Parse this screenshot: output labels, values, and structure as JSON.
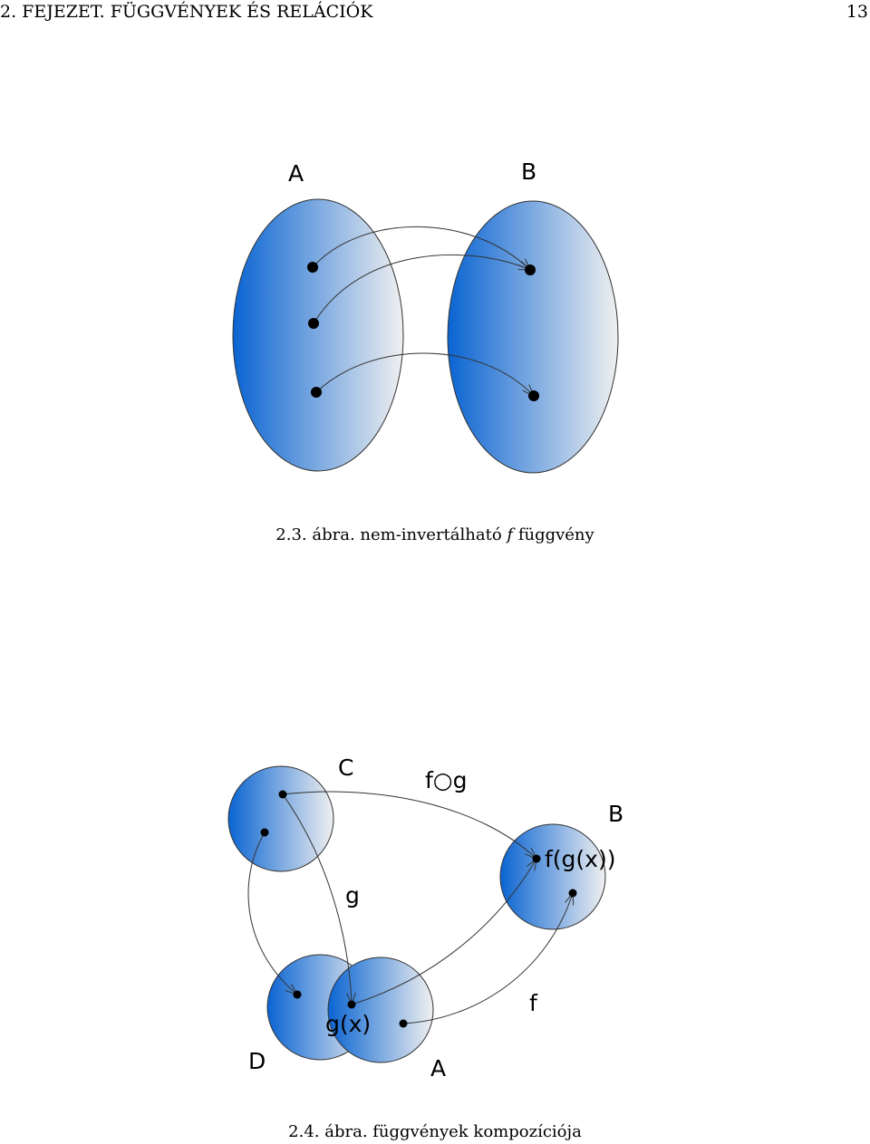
{
  "header": {
    "chapter": "2. FEJEZET.  FÜGGVÉNYEK ÉS RELÁCIÓK",
    "page_number": "13"
  },
  "figure1": {
    "set_a_label": "A",
    "set_b_label": "B",
    "caption_prefix": "2.3. ábra. nem-invertálható",
    "caption_symbol": "f",
    "caption_suffix": "függvény"
  },
  "figure2": {
    "label_c": "C",
    "label_fog": "f○g",
    "label_b": "B",
    "label_fgx": "f(g(x))",
    "label_g": "g",
    "label_f": "f",
    "label_gx": "g(x)",
    "label_d": "D",
    "label_a": "A",
    "caption": "2.4. ábra. függvények kompozíciója"
  },
  "colors": {
    "set_fill_dark": "#0a64d2",
    "set_fill_light": "#f0f0f0",
    "stroke": "#333333"
  }
}
